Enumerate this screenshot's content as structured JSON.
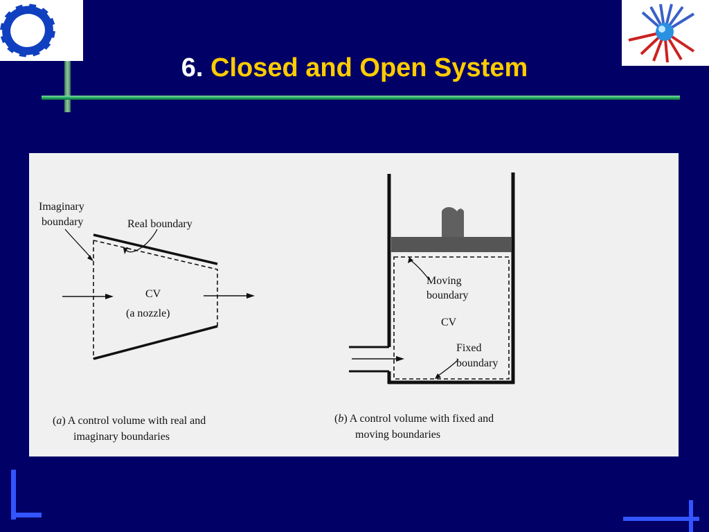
{
  "slide": {
    "title_number": "6.",
    "title_text": "Closed and Open System",
    "colors": {
      "background": "#000066",
      "title_accent": "#ffcc00",
      "rule": "#1fa05a",
      "corner_marks": "#3355ff"
    }
  },
  "logos": {
    "left": "gear-logo",
    "right": "fan-globe-logo"
  },
  "figure": {
    "a": {
      "imaginary_label_1": "Imaginary",
      "imaginary_label_2": "boundary",
      "real_label": "Real boundary",
      "cv_label": "CV",
      "nozzle_label": "(a nozzle)",
      "caption_letter": "a",
      "caption_line1": " A control volume with real and",
      "caption_line2": "imaginary boundaries"
    },
    "b": {
      "moving_label_1": "Moving",
      "moving_label_2": "boundary",
      "cv_label": "CV",
      "fixed_label_1": "Fixed",
      "fixed_label_2": "boundary",
      "caption_letter": "b",
      "caption_line1": " A control volume with fixed and",
      "caption_line2": "moving boundaries"
    }
  }
}
